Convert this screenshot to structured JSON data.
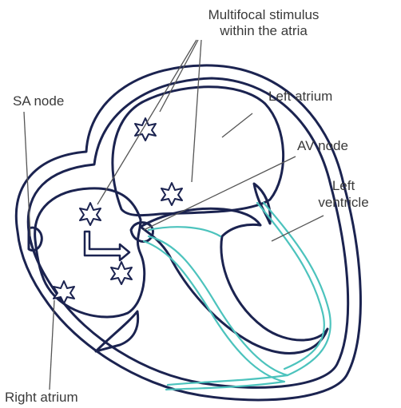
{
  "labels": {
    "multifocal_line1": "Multifocal stimulus",
    "multifocal_line2": "within the atria",
    "sa_node": "SA node",
    "left_atrium": "Left atrium",
    "av_node": "AV node",
    "left_ventricle_line1": "Left",
    "left_ventricle_line2": "ventricle",
    "right_atrium": "Right atrium"
  },
  "colors": {
    "outline": "#1b2350",
    "conduction": "#4cc3bd",
    "label_text": "#3a3a3a",
    "leader_lines": "#555555"
  },
  "icons": [
    "stimulus-star-icon",
    "impulse-arrow-icon"
  ]
}
